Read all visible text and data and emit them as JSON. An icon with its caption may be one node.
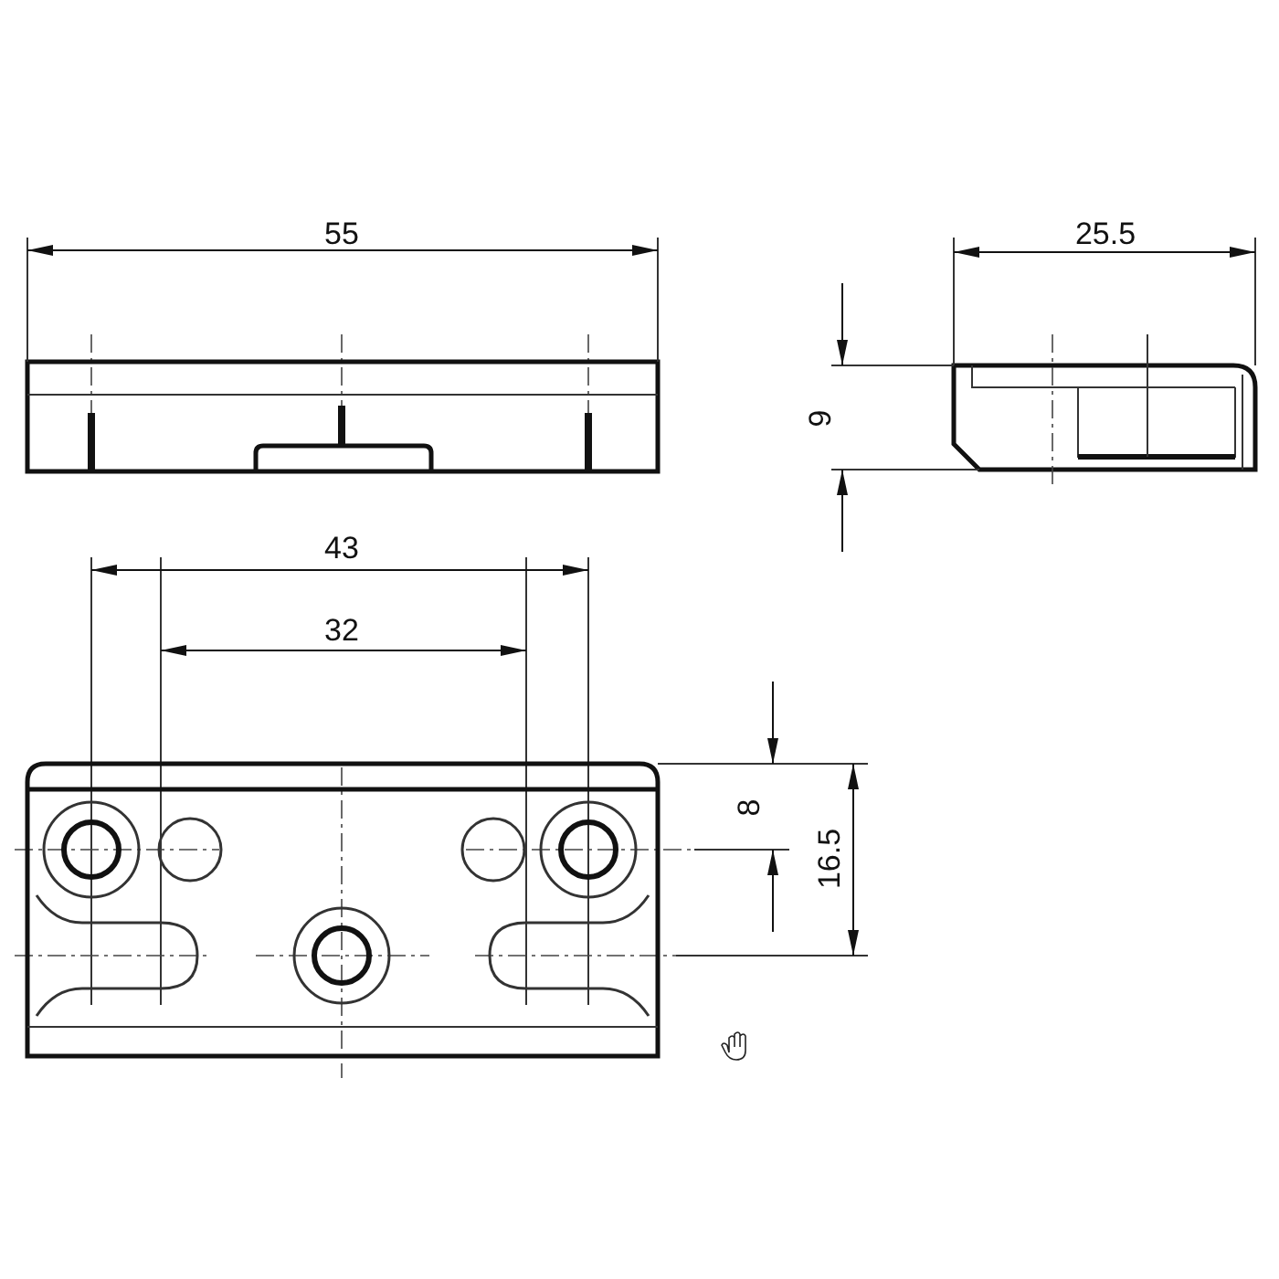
{
  "diagram": {
    "labels": [
      "55",
      "25.5",
      "9",
      "43",
      "32",
      "8",
      "16.5"
    ]
  }
}
